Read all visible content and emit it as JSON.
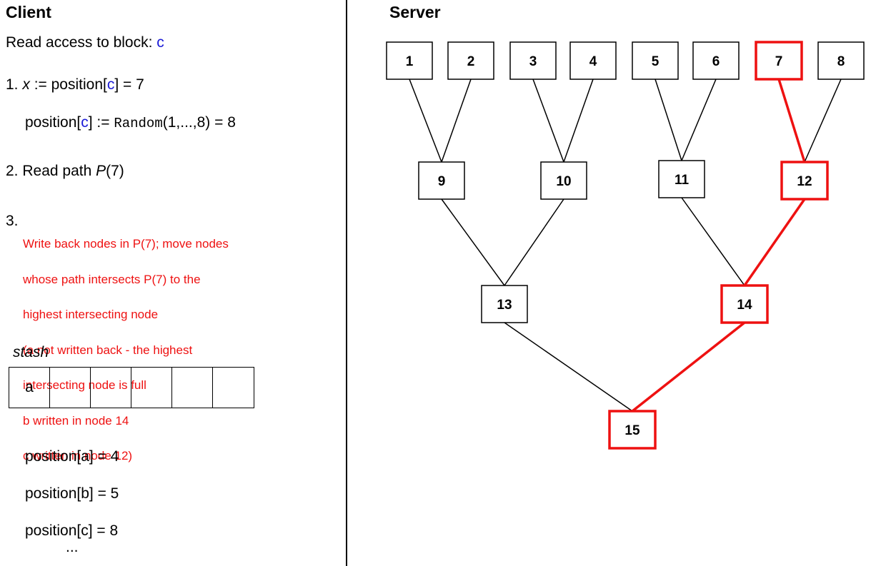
{
  "client": {
    "title": "Client",
    "read_prefix": "Read access to block: ",
    "read_block": "c",
    "step1_num": "1. ",
    "step1_var": "x",
    "step1_mid": " := position[",
    "step1_block": "c",
    "step1_end": "] = 7",
    "step1b_pre": "position[",
    "step1b_block": "c",
    "step1b_mid": "] := ",
    "step1b_func": "Random",
    "step1b_end": "(1,...,8) = 8",
    "step2_pre": "2. Read path ",
    "step2_var": "P",
    "step2_end": "(7)",
    "step3_num": "3. ",
    "step3_lines": [
      "Write back nodes in P(7); move nodes",
      "  whose path intersects P(7) to the",
      "  highest intersecting node",
      "  (a not written back - the highest",
      "   intersecting node is full",
      "   b written in node 14",
      "   c written in node 12)"
    ],
    "stash_label": "stash",
    "stash_cells": [
      "a",
      "",
      "",
      "",
      "",
      ""
    ],
    "positions": [
      "position[a] = 4",
      "position[b] = 5",
      "position[c] = 8"
    ],
    "ellipsis": "..."
  },
  "server": {
    "title": "Server",
    "colors": {
      "highlight": "#ee1111",
      "normal": "#000000"
    },
    "nodes": [
      {
        "id": "1",
        "label": "1",
        "highlighted": false
      },
      {
        "id": "2",
        "label": "2",
        "highlighted": false
      },
      {
        "id": "3",
        "label": "3",
        "highlighted": false
      },
      {
        "id": "4",
        "label": "4",
        "highlighted": false
      },
      {
        "id": "5",
        "label": "5",
        "highlighted": false
      },
      {
        "id": "6",
        "label": "6",
        "highlighted": false
      },
      {
        "id": "7",
        "label": "7",
        "highlighted": true
      },
      {
        "id": "8",
        "label": "8",
        "highlighted": false
      },
      {
        "id": "9",
        "label": "9",
        "highlighted": false
      },
      {
        "id": "10",
        "label": "10",
        "highlighted": false
      },
      {
        "id": "11",
        "label": "11",
        "highlighted": false
      },
      {
        "id": "12",
        "label": "12",
        "highlighted": true
      },
      {
        "id": "13",
        "label": "13",
        "highlighted": false
      },
      {
        "id": "14",
        "label": "14",
        "highlighted": true
      },
      {
        "id": "15",
        "label": "15",
        "highlighted": true
      }
    ],
    "edges": [
      {
        "from": "1",
        "to": "9",
        "highlighted": false
      },
      {
        "from": "2",
        "to": "9",
        "highlighted": false
      },
      {
        "from": "3",
        "to": "10",
        "highlighted": false
      },
      {
        "from": "4",
        "to": "10",
        "highlighted": false
      },
      {
        "from": "5",
        "to": "11",
        "highlighted": false
      },
      {
        "from": "6",
        "to": "11",
        "highlighted": false
      },
      {
        "from": "7",
        "to": "12",
        "highlighted": true
      },
      {
        "from": "8",
        "to": "12",
        "highlighted": false
      },
      {
        "from": "9",
        "to": "13",
        "highlighted": false
      },
      {
        "from": "10",
        "to": "13",
        "highlighted": false
      },
      {
        "from": "11",
        "to": "14",
        "highlighted": false
      },
      {
        "from": "12",
        "to": "14",
        "highlighted": true
      },
      {
        "from": "13",
        "to": "15",
        "highlighted": false
      },
      {
        "from": "14",
        "to": "15",
        "highlighted": true
      }
    ]
  }
}
